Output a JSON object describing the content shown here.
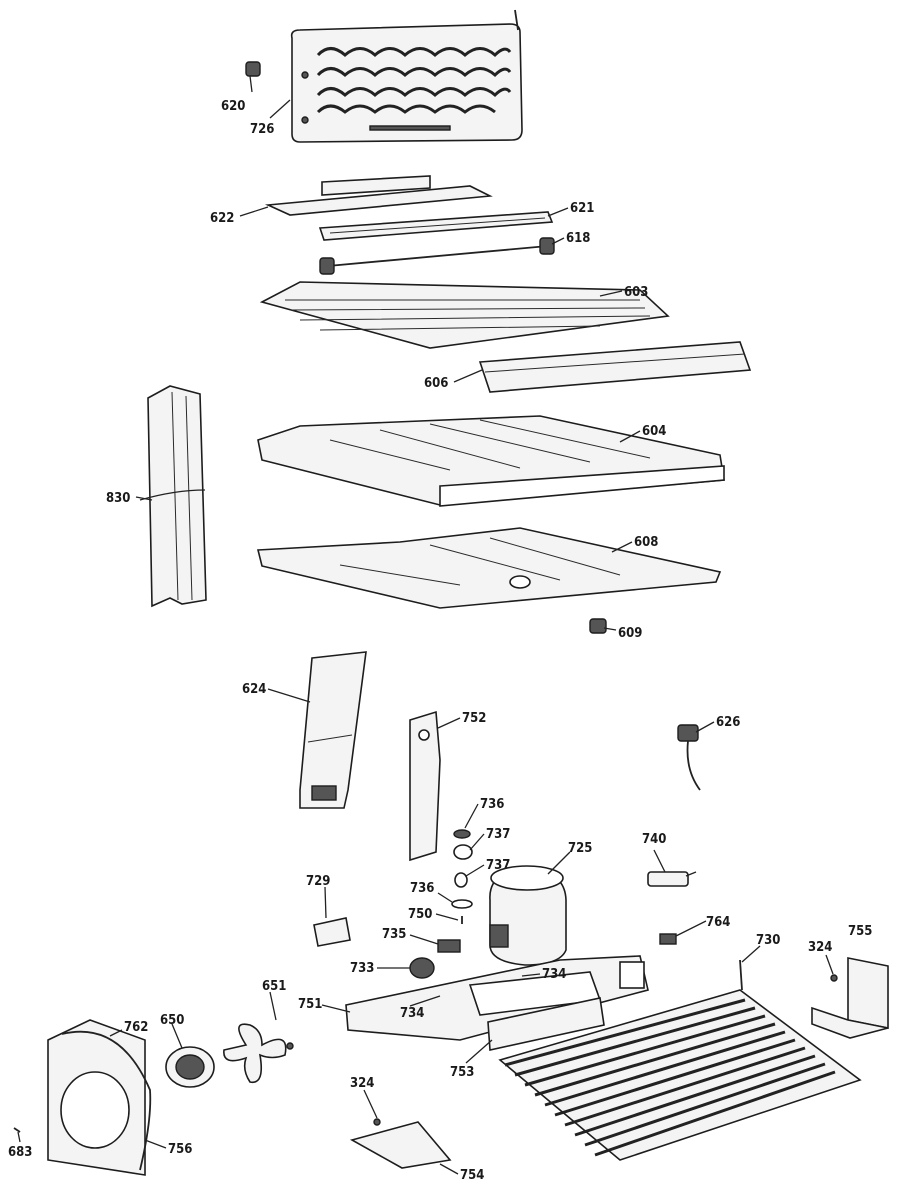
{
  "diagram": {
    "parts": [
      {
        "id": "p620",
        "label": "620"
      },
      {
        "id": "p726",
        "label": "726"
      },
      {
        "id": "p622",
        "label": "622"
      },
      {
        "id": "p621",
        "label": "621"
      },
      {
        "id": "p618",
        "label": "618"
      },
      {
        "id": "p603",
        "label": "603"
      },
      {
        "id": "p606",
        "label": "606"
      },
      {
        "id": "p604",
        "label": "604"
      },
      {
        "id": "p830",
        "label": "830"
      },
      {
        "id": "p608",
        "label": "608"
      },
      {
        "id": "p609",
        "label": "609"
      },
      {
        "id": "p624",
        "label": "624"
      },
      {
        "id": "p752",
        "label": "752"
      },
      {
        "id": "p626",
        "label": "626"
      },
      {
        "id": "p736a",
        "label": "736"
      },
      {
        "id": "p737a",
        "label": "737"
      },
      {
        "id": "p737b",
        "label": "737"
      },
      {
        "id": "p725",
        "label": "725"
      },
      {
        "id": "p740",
        "label": "740"
      },
      {
        "id": "p729",
        "label": "729"
      },
      {
        "id": "p736b",
        "label": "736"
      },
      {
        "id": "p750",
        "label": "750"
      },
      {
        "id": "p764",
        "label": "764"
      },
      {
        "id": "p730",
        "label": "730"
      },
      {
        "id": "p735",
        "label": "735"
      },
      {
        "id": "p324a",
        "label": "324"
      },
      {
        "id": "p755",
        "label": "755"
      },
      {
        "id": "p733",
        "label": "733"
      },
      {
        "id": "p734a",
        "label": "734"
      },
      {
        "id": "p651",
        "label": "651"
      },
      {
        "id": "p751",
        "label": "751"
      },
      {
        "id": "p734b",
        "label": "734"
      },
      {
        "id": "p762",
        "label": "762"
      },
      {
        "id": "p650",
        "label": "650"
      },
      {
        "id": "p753",
        "label": "753"
      },
      {
        "id": "p324b",
        "label": "324"
      },
      {
        "id": "p756",
        "label": "756"
      },
      {
        "id": "p754",
        "label": "754"
      },
      {
        "id": "p683",
        "label": "683"
      }
    ]
  }
}
